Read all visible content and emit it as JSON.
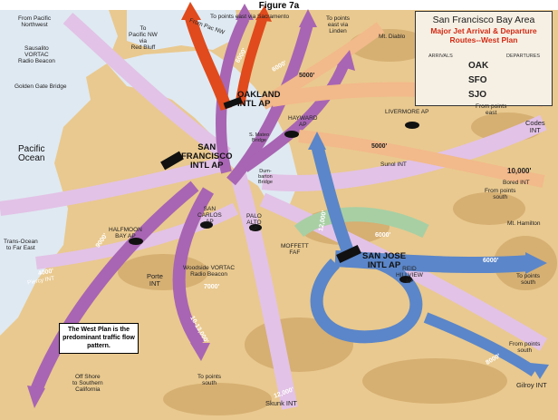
{
  "figure_label": "Figure 7a",
  "legend": {
    "title": "San Francisco Bay Area",
    "subtitle_line1": "Major Jet Arrival & Departure",
    "subtitle_line2": "Routes--West Plan",
    "arrivals_header": "ARRIVALS",
    "departures_header": "DEPARTURES",
    "rows": [
      {
        "code": "OAK",
        "arrival_color": "#f2b98a",
        "departure_color": "#e04a1c"
      },
      {
        "code": "SFO",
        "arrival_color": "#e2c2e6",
        "departure_color": "#a865b3"
      },
      {
        "code": "SJO",
        "arrival_color": "#a8cfa4",
        "departure_color": "#5b86c9"
      }
    ]
  },
  "colors": {
    "water": "#dfe9f2",
    "land": "#e9c98f",
    "land_shade": "#c79a5c",
    "oak_arrival": "#f2b98a",
    "oak_departure": "#e04a1c",
    "sfo_arrival": "#e2c2e6",
    "sfo_departure": "#a865b3",
    "sjo_arrival": "#a8cfa4",
    "sjo_departure": "#5b86c9"
  },
  "airports": {
    "oakland": "OAKLAND\nINTL AP",
    "sfo": "SAN\nFRANCISCO\nINTL AP",
    "sanjose": "SAN JOSE\nINTL AP",
    "hayward": "HAYWARD\nAP",
    "livermore": "LIVERMORE AP",
    "halfmoon": "HALFMOON\nBAY AP",
    "sancarlos": "SAN\nCARLOS\nAP",
    "paloalto": "PALO\nALTO\nAP",
    "reidhillview": "REID\nHILLVIEW\nAP",
    "moffett": "MOFFETT\nFAF"
  },
  "places": {
    "pacific_northwest": "From Pacific\nNorthwest",
    "sausalito": "Sausalito\nVORTAC\nRadio Beacon",
    "golden_gate": "Golden Gate Bridge",
    "pacific_ocean": "Pacific\nOcean",
    "trans_ocean": "Trans-Ocean\nto Far East",
    "points_sacramento": "To points east via Sacramento",
    "to_pacific_nw": "To\nPacific NW\nvia\nRed Bluff",
    "from_pac_nw": "From Pac NW",
    "points_linden": "To points\neast via\nLinden",
    "mt_diablo": "Mt. Diablo",
    "san_mateo_bridge": "S. Mateo\nBridge",
    "dumbarton_bridge": "Dum-\nbarton\nBridge",
    "sunol": "Sunol INT",
    "from_points_east": "From points\neast",
    "codes": "Codes\nINT",
    "bored": "Bored INT",
    "from_points_south_1": "From points\nsouth",
    "mt_hamilton": "Mt. Hamilton",
    "porte": "Porte\nINT",
    "woodside": "Woodside VORTAC\nRadio Beacon",
    "to_points_south_1": "To points\nsouth",
    "from_points_south_2": "From points\nsouth",
    "gilroy": "Gilroy INT",
    "skunk": "Skunk INT",
    "to_points_south_2": "To points\nsouth",
    "offshore": "Off Shore\nto Southern\nCalifornia",
    "piercy": "Piercy INT"
  },
  "altitudes": {
    "a6000_nw": "6000'",
    "a6000_n": "6000'",
    "a5000_oak": "5000'",
    "a5000_sunol": "5000'",
    "a10000": "10,000'",
    "a12000_sj": "12,000'",
    "a6000_mid": "6000'",
    "a6000_sj": "6000'",
    "a9000": "9000'",
    "a7000": "7000'",
    "a4000": "4000'",
    "a8000": "8000'",
    "a12000_s": "12,000'",
    "a10_13000": "10-13,000'"
  },
  "note": "The West Plan is the predominant traffic flow pattern."
}
